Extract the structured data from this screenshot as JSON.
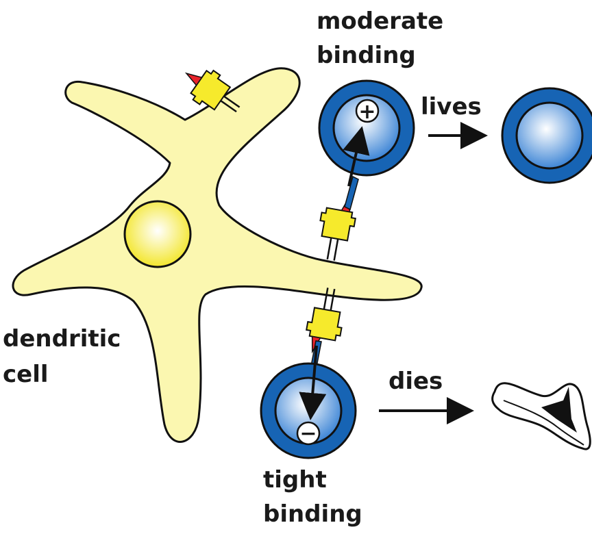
{
  "labels": {
    "moderate_line1": "moderate",
    "moderate_line2": "binding",
    "lives": "lives",
    "dendritic_line1": "dendritic",
    "dendritic_line2": "cell",
    "dies": "dies",
    "tight_line1": "tight",
    "tight_line2": "binding"
  },
  "signs": {
    "positive": "+",
    "negative": "−"
  },
  "colors": {
    "dendritic_cell_fill": "#fbf7b0",
    "nucleus_fill": "#f7ee3a",
    "t_cell_outer": "#1764b4",
    "t_cell_inner_light": "#ffffff",
    "t_cell_inner_dark": "#3f86d6",
    "mhc_yellow": "#f6ea2c",
    "peptide_red": "#e8232a",
    "outline": "#111111"
  }
}
